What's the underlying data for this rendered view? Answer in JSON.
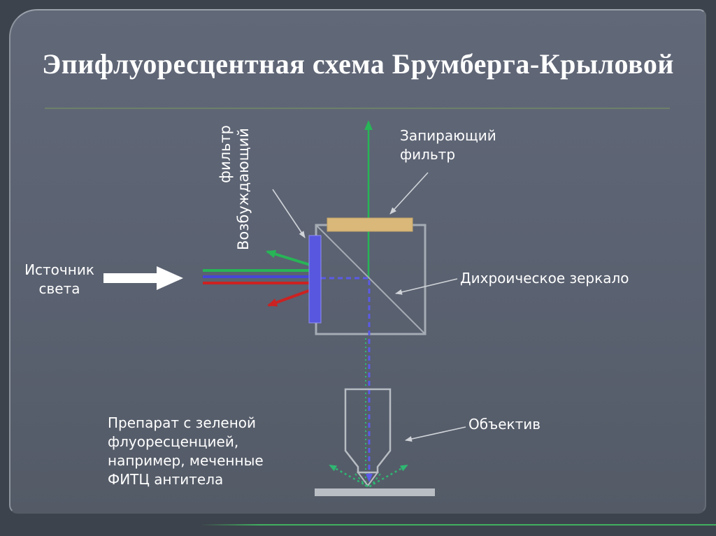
{
  "slide": {
    "title": "Эпифлуоресцентная схема Брумберга-Крыловой"
  },
  "labels": {
    "excitation_filter_word1": "Возбуждающий",
    "excitation_filter_word2": "фильтр",
    "barrier_filter_line1": "Запирающий",
    "barrier_filter_line2": "фильтр",
    "light_source_line1": "Источник",
    "light_source_line2": "света",
    "dichroic_mirror": "Дихроическое зеркало",
    "objective": "Объектив",
    "specimen_line1": "Препарат с зеленой",
    "specimen_line2": "флуоресценцией,",
    "specimen_line3": "например, меченные",
    "specimen_line4": "ФИТЦ антитела"
  },
  "colors": {
    "slide_background": "#5a6170",
    "outer_background": "#3d434c",
    "title_text": "#ffffff",
    "label_text": "#ffffff",
    "divider_green": "#6e7f6a",
    "beam_green": "#28b457",
    "beam_blue": "#4646d8",
    "beam_red": "#cc2222",
    "dashed_blue": "#5b5be8",
    "emission_green": "#2eb872",
    "barrier_filter_fill": "#d9b87a",
    "excitation_filter_fill": "#5857e0",
    "optics_outline": "#a6acb4",
    "source_arrow": "#ffffff",
    "accent_line": "#3faf5f"
  }
}
